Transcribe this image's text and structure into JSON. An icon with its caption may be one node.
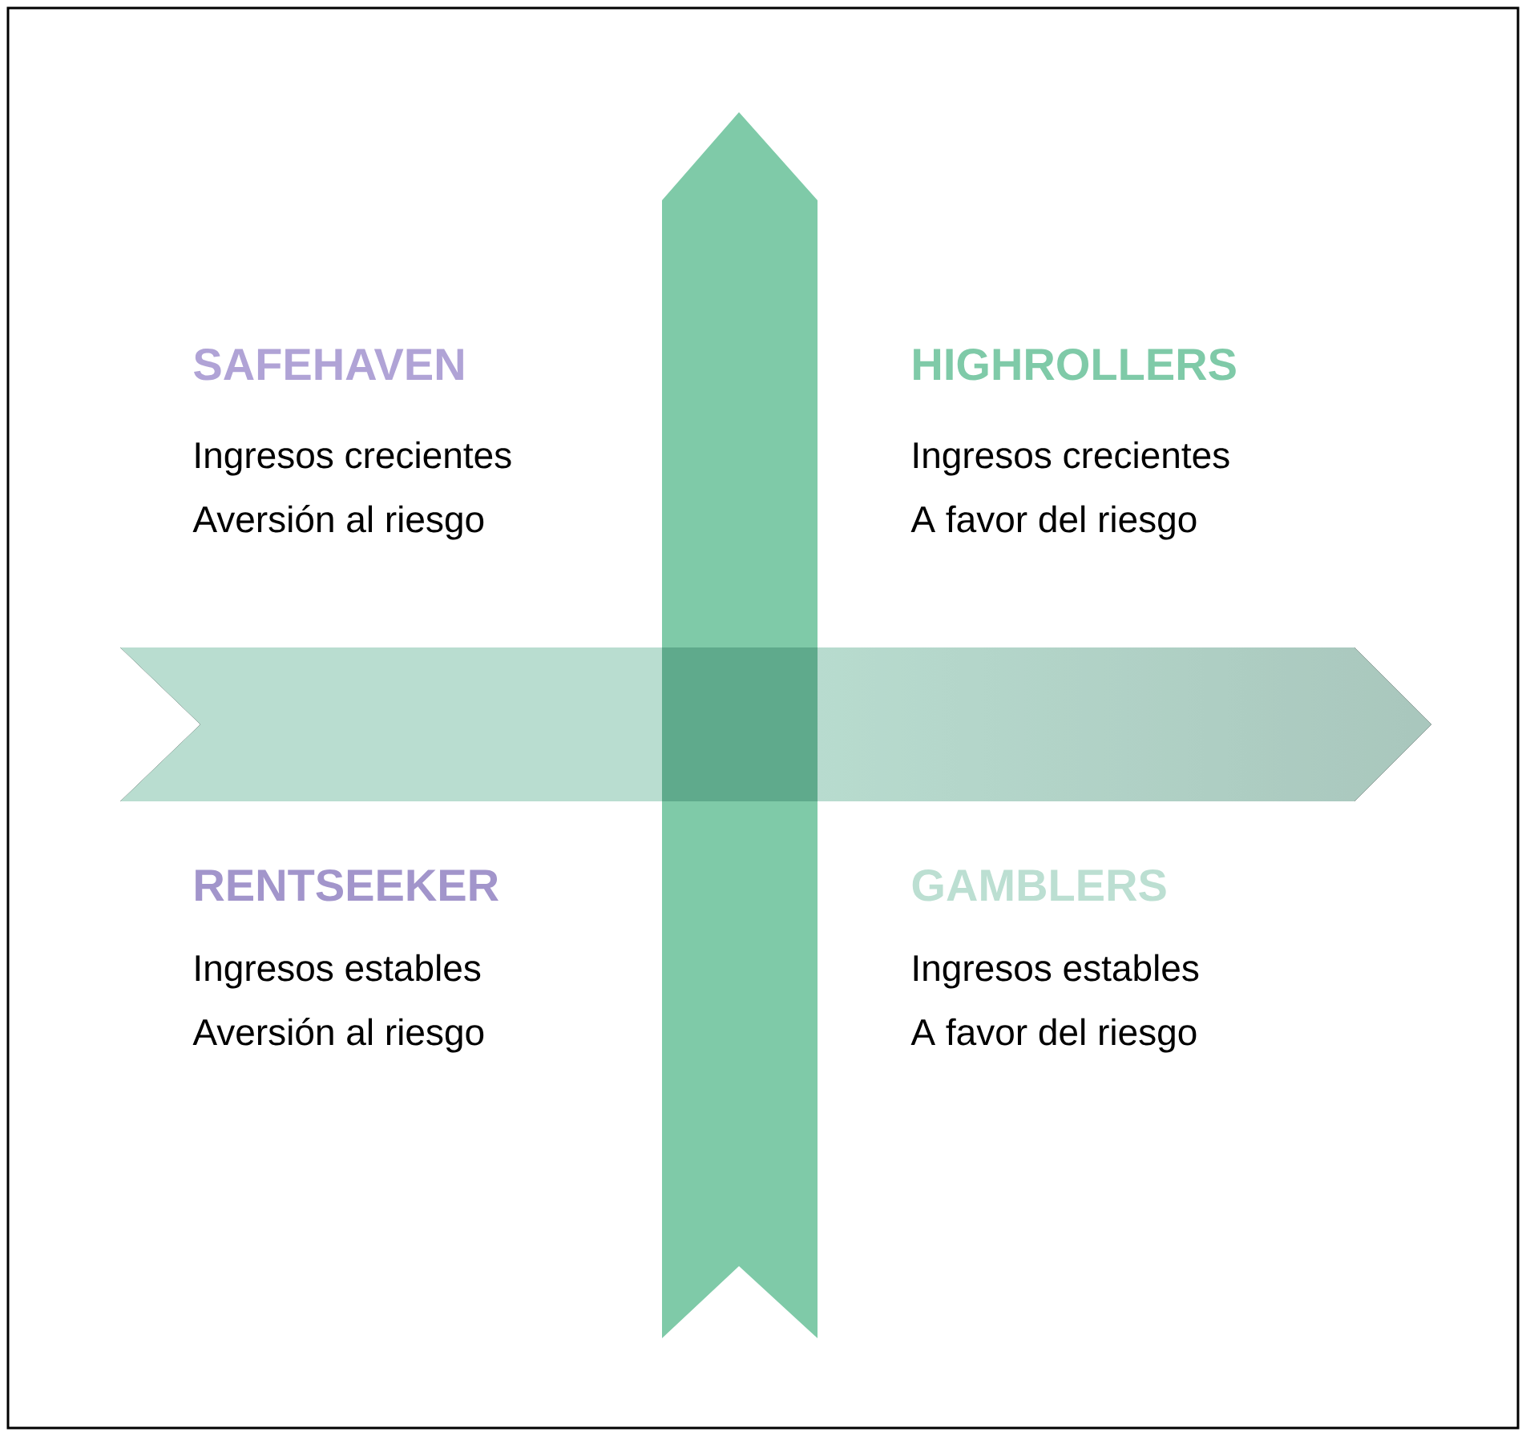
{
  "diagram": {
    "labels": [
      "SAFEHAVEN",
      "HIGHROLLERS",
      "Ingresos crecientes",
      "Ingresos crecientes",
      "Aversión al riesgo",
      "A favor del riesgo",
      "RENTSEEKER",
      "GAMBLERS",
      "Ingresos estables",
      "Ingresos estables",
      "Aversión al riesgo",
      "A favor del riesgo"
    ]
  }
}
